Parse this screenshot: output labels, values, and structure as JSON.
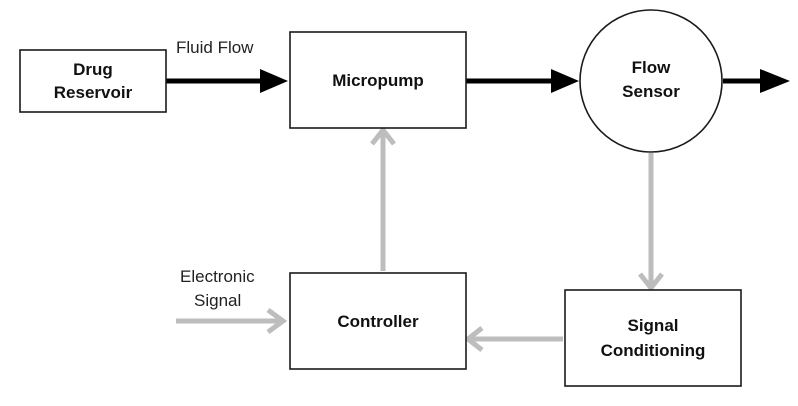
{
  "diagram": {
    "nodes": {
      "drug_reservoir": {
        "line1": "Drug",
        "line2": "Reservoir"
      },
      "micropump": {
        "label": "Micropump"
      },
      "flow_sensor": {
        "line1": "Flow",
        "line2": "Sensor"
      },
      "controller": {
        "label": "Controller"
      },
      "signal_conditioning": {
        "line1": "Signal",
        "line2": "Conditioning"
      }
    },
    "edge_labels": {
      "fluid_flow": "Fluid Flow",
      "electronic_signal_line1": "Electronic",
      "electronic_signal_line2": "Signal"
    },
    "colors": {
      "fluid_arrow": "#000000",
      "signal_arrow": "#bdbdbd",
      "box_border": "#1a1a1a"
    }
  }
}
